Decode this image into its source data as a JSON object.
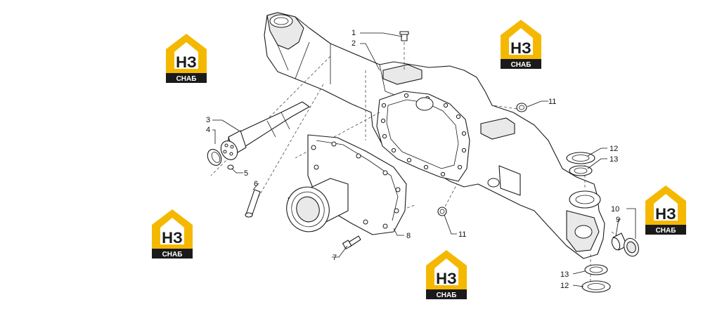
{
  "diagram": {
    "callouts": [
      "1",
      "2",
      "3",
      "4",
      "5",
      "6",
      "7",
      "8",
      "9",
      "10",
      "11",
      "11",
      "12",
      "12",
      "13",
      "13"
    ]
  },
  "watermark": {
    "logo_letters": "НЗ",
    "logo_caption": "СНАБ",
    "brand_color": "#f5b800",
    "dark_color": "#1a1a1a"
  }
}
